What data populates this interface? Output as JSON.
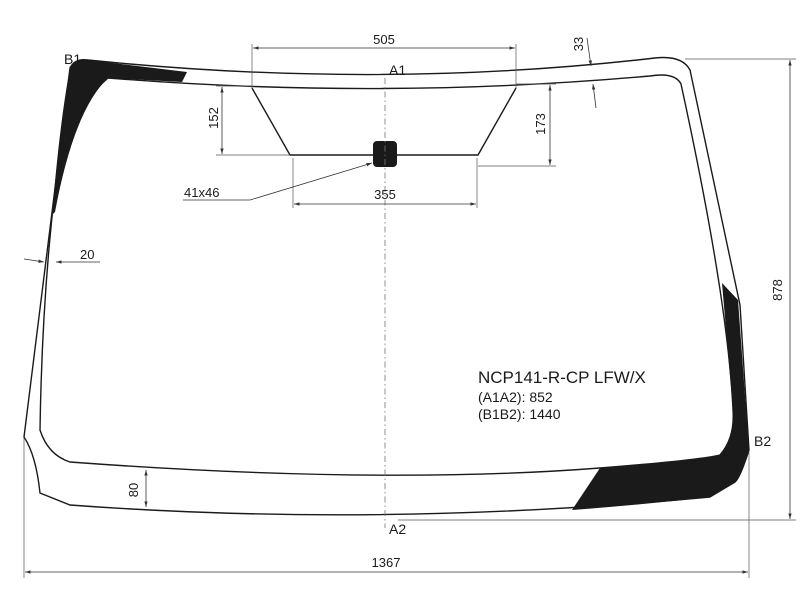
{
  "points": {
    "b1": "B1",
    "b2": "B2",
    "a1": "A1",
    "a2": "A2"
  },
  "dimensions": {
    "top_width": "505",
    "top_offset": "33",
    "zone_left_height": "152",
    "zone_right_height": "173",
    "zone_bottom_width": "355",
    "sensor_size": "41x46",
    "side_band": "20",
    "bottom_band": "80",
    "total_height": "878",
    "total_width": "1367"
  },
  "info": {
    "code": "NCP141-R-CP LFW/X",
    "a1a2": "(A1A2): 852",
    "b1b2": "(B1B2): 1440"
  },
  "colors": {
    "ink": "#1a1a1a",
    "background": "#ffffff"
  }
}
